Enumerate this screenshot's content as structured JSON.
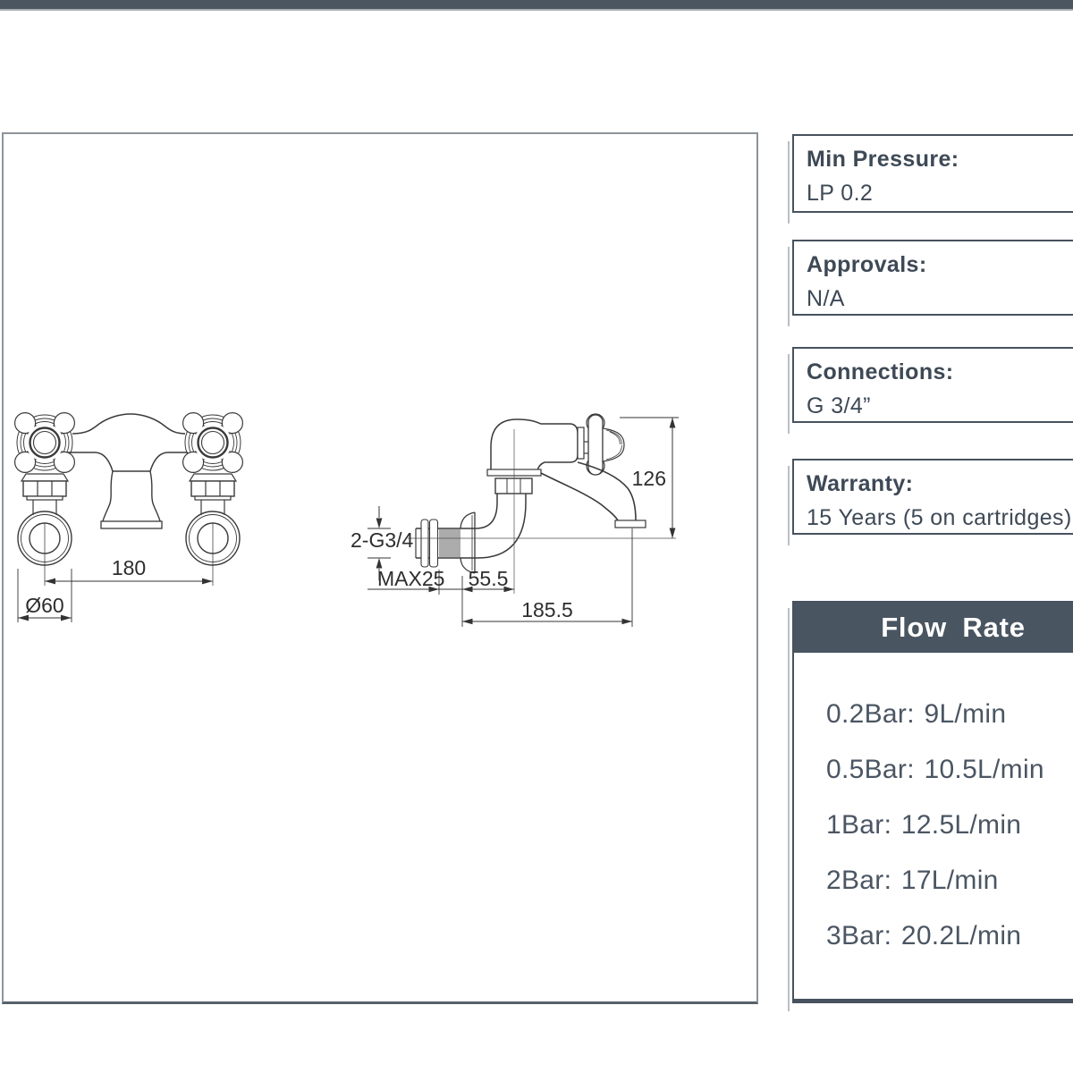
{
  "specs": [
    {
      "label": "Min Pressure:",
      "value": "LP 0.2"
    },
    {
      "label": "Approvals:",
      "value": "N/A"
    },
    {
      "label": "Connections:",
      "value": "G 3/4”"
    },
    {
      "label": "Warranty:",
      "value": "15 Years (5 on cartridges)"
    }
  ],
  "flow_rate": {
    "title": "Flow Rate",
    "items": [
      "0.2Bar: 9L/min",
      "0.5Bar: 10.5L/min",
      "1Bar: 12.5L/min",
      "2Bar: 17L/min",
      "3Bar: 20.2L/min"
    ]
  },
  "drawing": {
    "front_view": {
      "center_distance": "180",
      "flange_diameter": "Ø60"
    },
    "side_view": {
      "thread": "2-G3/4",
      "max_wall": "MAX25",
      "flange_to_center": "55.5",
      "reach": "185.5",
      "height": "126"
    }
  },
  "colors": {
    "accent": "#4b5661"
  }
}
